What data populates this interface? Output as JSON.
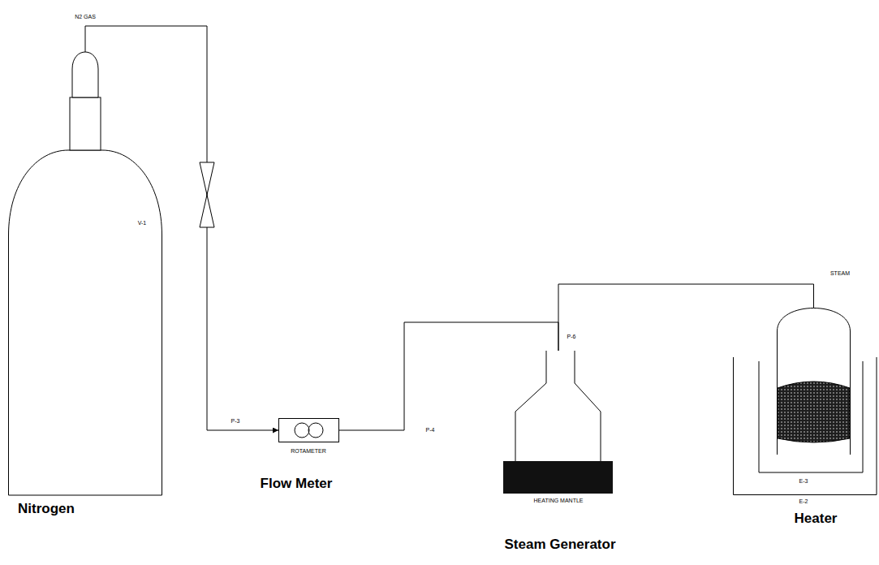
{
  "diagram": {
    "nodes": [
      {
        "text": [
          "V-1",
          "Nitrogen"
        ]
      },
      {
        "text": [
          "ROTAMETER",
          "Flow Meter"
        ]
      },
      {
        "text": [
          "HEATING MANTLE",
          "Steam Generator"
        ]
      },
      {
        "text": [
          "E-2",
          "Heater"
        ]
      },
      {
        "text": [
          "E-3"
        ],
        "in": 3
      }
    ],
    "edges": [
      {
        "from": 0,
        "to": 1,
        "arrow": "to"
      },
      {
        "from": 1,
        "to": 2,
        "arrow": "none"
      },
      {
        "from": 2,
        "to": 4,
        "arrow": "none"
      }
    ],
    "labels": [
      "N2 GAS",
      "P-3",
      "P-4",
      "P-6",
      "STEAM"
    ]
  }
}
